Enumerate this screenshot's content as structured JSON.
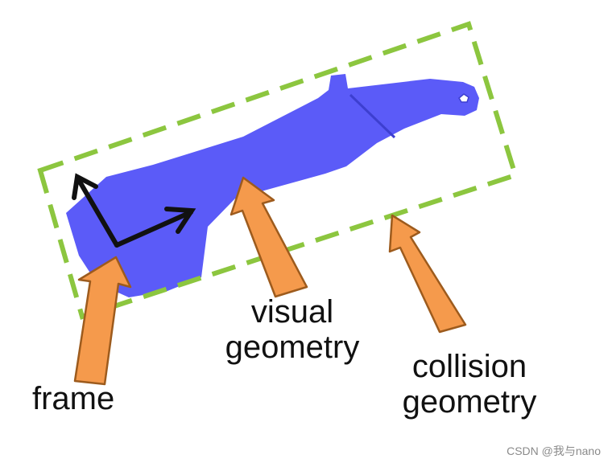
{
  "diagram": {
    "labels": {
      "frame": "frame",
      "visual_geometry_line1": "visual",
      "visual_geometry_line2": "geometry",
      "collision_geometry_line1": "collision",
      "collision_geometry_line2": "geometry"
    },
    "watermark": "CSDN @我与nano",
    "colors": {
      "link_body": "#5b5bf8",
      "link_shadow": "#3d3fd0",
      "collision_box": "#8cc63f",
      "arrow_fill": "#f59a4c",
      "arrow_stroke": "#9d5b1d",
      "frame_axes": "#111111",
      "text": "#111111",
      "watermark": "#8a8a8a"
    }
  }
}
